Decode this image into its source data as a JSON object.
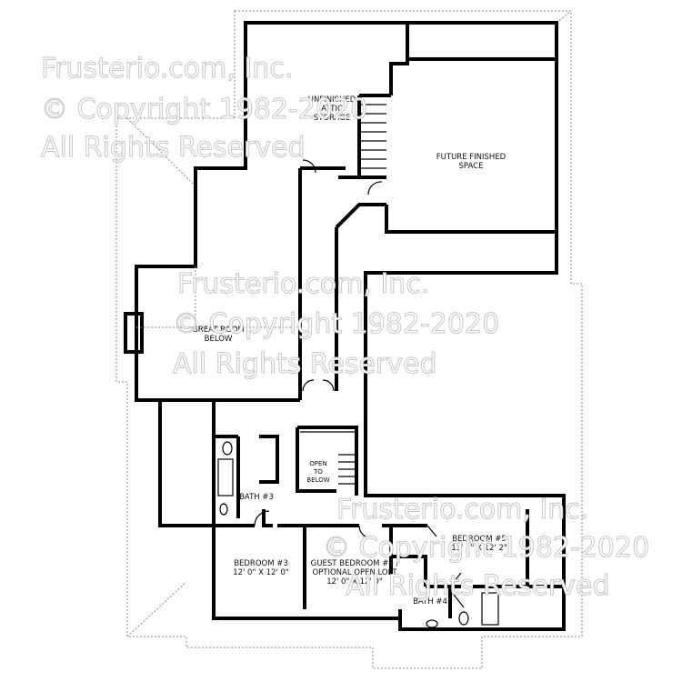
{
  "rooms": {
    "attic": [
      "UNFINISHED",
      "ATTIC",
      "STORAGE"
    ],
    "future": [
      "FUTURE FINISHED",
      "SPACE"
    ],
    "great_room": [
      "GREAT ROOM",
      "BELOW"
    ],
    "open_below": [
      "OPEN",
      "TO",
      "BELOW"
    ],
    "bath3": "BATH #3",
    "bedroom3": {
      "name": "BEDROOM #3",
      "size": "12' 0\" X 12' 0\""
    },
    "guest4": {
      "name": "GUEST BEDROOM #4 /",
      "note": "OPTIONAL OPEN LOFT",
      "size": "12' 0\" X 12' 0\""
    },
    "bedroom5": {
      "name": "BEDROOM #5",
      "size": "13' 7\" X 12' 2\""
    },
    "bath4": "BATH #4"
  },
  "watermark": [
    "Frusterio.com, Inc.",
    "© Copyright 1982-2020",
    "All Rights Reserved"
  ]
}
